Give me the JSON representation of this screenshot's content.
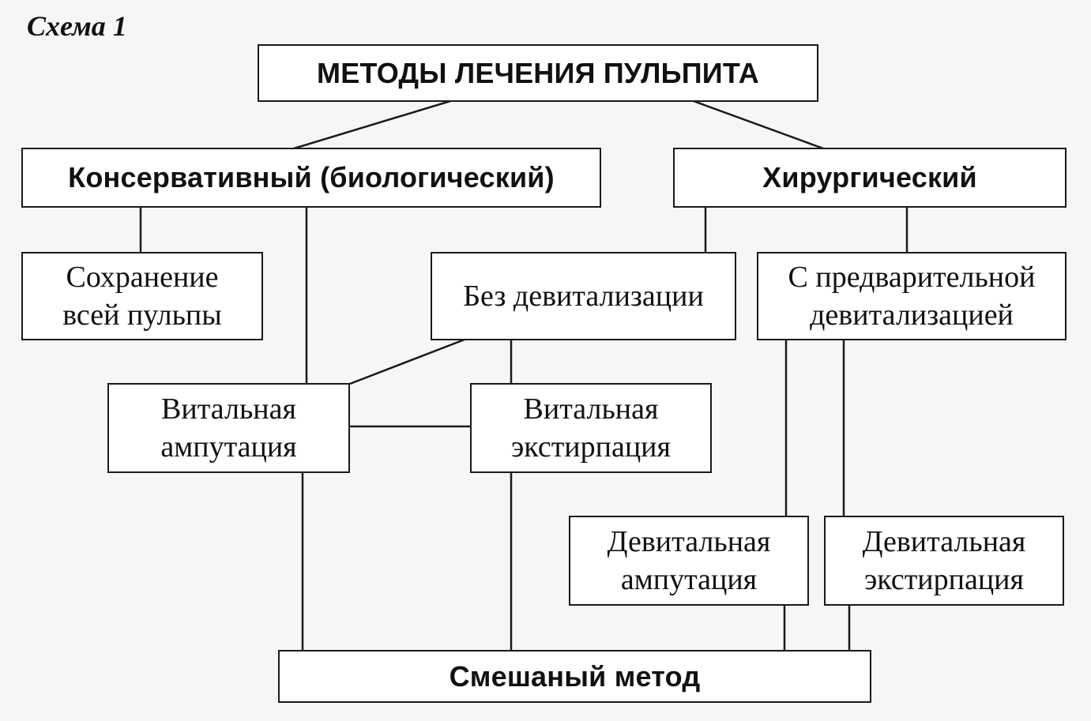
{
  "caption": "Схема 1",
  "nodes": {
    "root": "МЕТОДЫ ЛЕЧЕНИЯ ПУЛЬПИТА",
    "conservative": "Консервативный (биологический)",
    "surgical": "Хирургический",
    "preserve_pulp": [
      "Сохранение",
      "всей пульпы"
    ],
    "no_devitalization": "Без девитализации",
    "with_devitalization": [
      "С предварительной",
      "девитализацией"
    ],
    "vital_amputation": [
      "Витальная",
      "ампутация"
    ],
    "vital_extirpation": [
      "Витальная",
      "экстирпация"
    ],
    "devital_amputation": [
      "Девитальная",
      "ампутация"
    ],
    "devital_extirpation": [
      "Девитальная",
      "экстирпация"
    ],
    "mixed_method": "Смешаный метод"
  }
}
